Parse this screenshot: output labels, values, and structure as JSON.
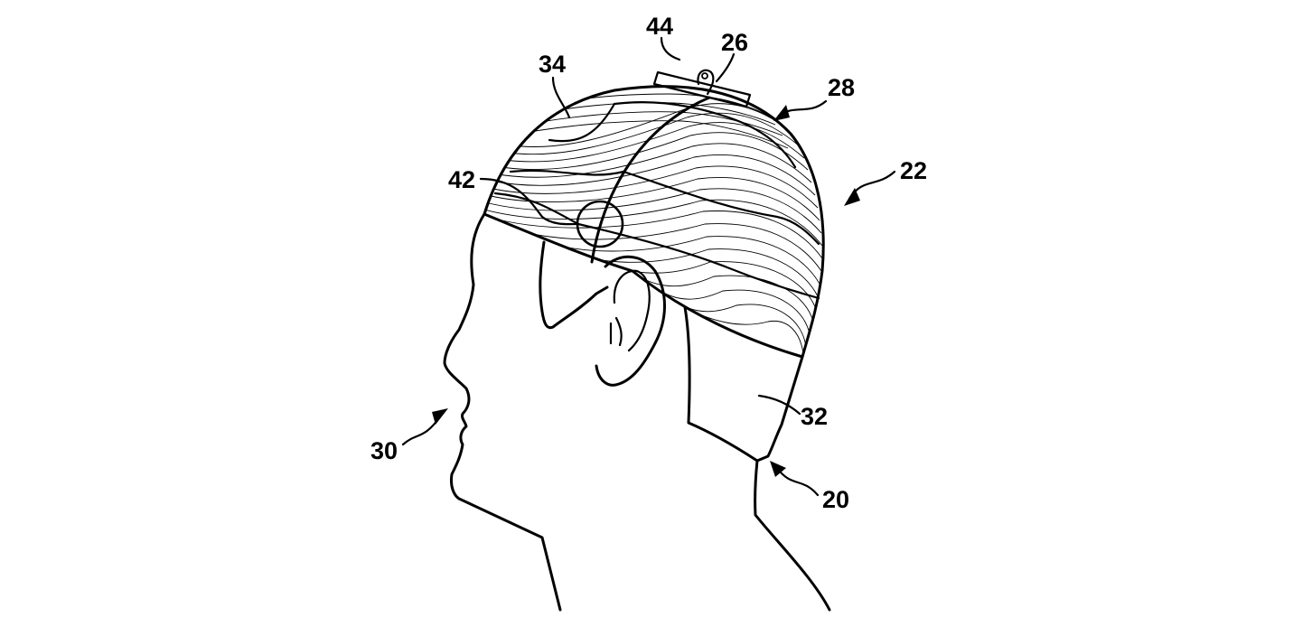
{
  "figure": {
    "labels": {
      "ref_44": "44",
      "ref_26": "26",
      "ref_34": "34",
      "ref_28": "28",
      "ref_22": "22",
      "ref_42": "42",
      "ref_32": "32",
      "ref_30": "30",
      "ref_20": "20"
    }
  }
}
